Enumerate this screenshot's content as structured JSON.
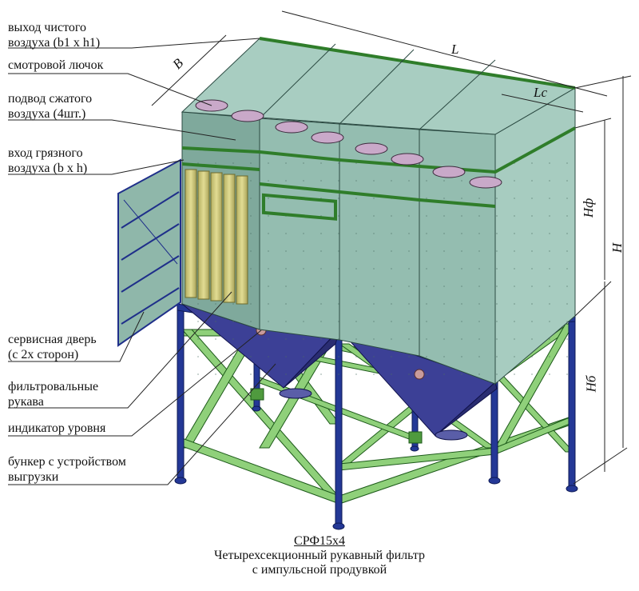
{
  "title": {
    "model": "СРФ15х4",
    "line1": "Четырехсекционный рукавный фильтр",
    "line2": "с импульсной продувкой"
  },
  "callouts": {
    "clean_air_outlet": [
      "выход чистого",
      "воздуха (b1 x h1)"
    ],
    "inspection_hatch": [
      "смотровой лючок"
    ],
    "compressed_air_supply": [
      "подвод сжатого",
      "воздуха (4шт.)"
    ],
    "dirty_air_inlet": [
      "вход грязного",
      "воздуха (b x h)"
    ],
    "service_door": [
      "сервисная дверь",
      "(с 2х сторон)"
    ],
    "filter_bags": [
      "фильтровальные",
      "рукава"
    ],
    "level_indicator": [
      "индикатор уровня"
    ],
    "hopper_unloading": [
      "бункер с устройством",
      "выгрузки"
    ]
  },
  "dimensions": {
    "B": "B",
    "L": "L",
    "Lc": "Lc",
    "Hf": "Нф",
    "H": "H",
    "Hb": "Нб"
  },
  "colors": {
    "panel": "#9ec4b8",
    "panel_dark": "#6f9a8d",
    "roof": "#a8cdc1",
    "frame_blue": "#1f2f8a",
    "bracing_green": "#8fd07a",
    "hopper": "#3b3f8f",
    "filter_bags": "#c9c476",
    "rim_green": "#2f7d2a"
  }
}
